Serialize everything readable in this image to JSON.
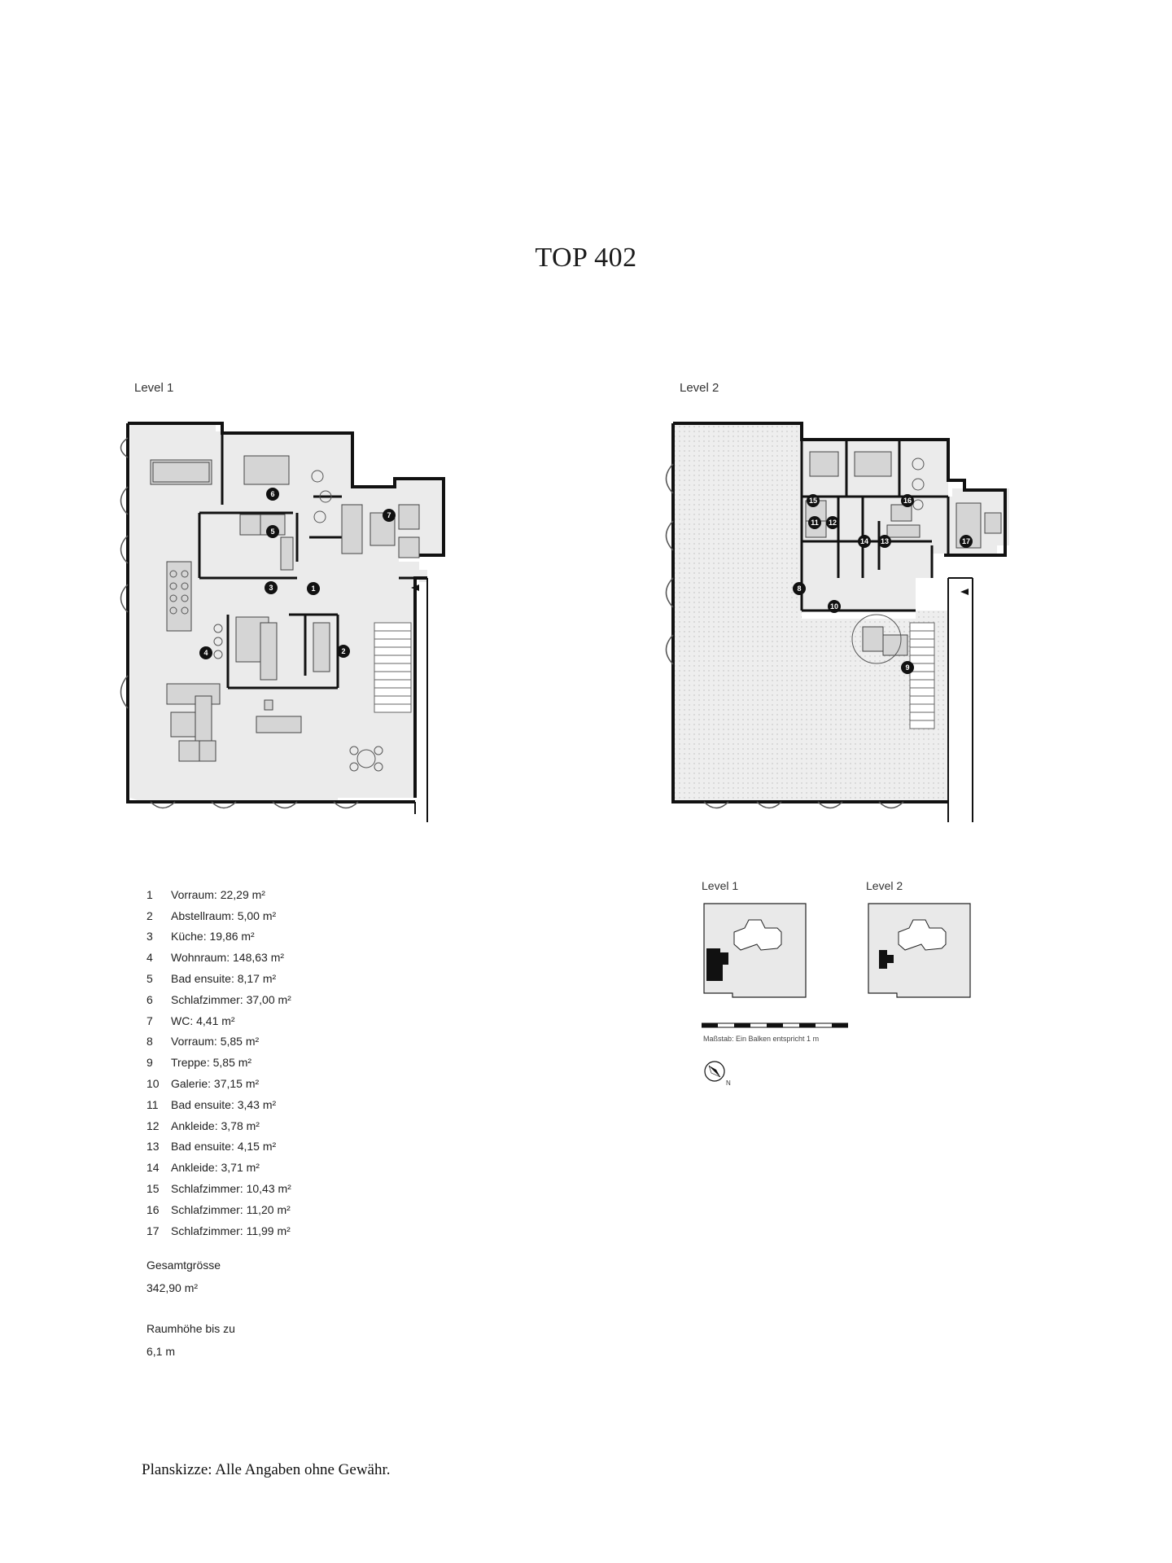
{
  "title": "TOP 402",
  "plans": {
    "level1_label": "Level 1",
    "level2_label": "Level 2"
  },
  "rooms": [
    {
      "num": "1",
      "name": "Vorraum: 22,29 m²"
    },
    {
      "num": "2",
      "name": "Abstellraum: 5,00 m²"
    },
    {
      "num": "3",
      "name": "Küche: 19,86 m²"
    },
    {
      "num": "4",
      "name": "Wohnraum: 148,63 m²"
    },
    {
      "num": "5",
      "name": "Bad ensuite: 8,17 m²"
    },
    {
      "num": "6",
      "name": "Schlafzimmer: 37,00 m²"
    },
    {
      "num": "7",
      "name": "WC: 4,41 m²"
    },
    {
      "num": "8",
      "name": "Vorraum: 5,85 m²"
    },
    {
      "num": "9",
      "name": "Treppe: 5,85 m²"
    },
    {
      "num": "10",
      "name": "Galerie: 37,15 m²"
    },
    {
      "num": "11",
      "name": "Bad ensuite: 3,43 m²"
    },
    {
      "num": "12",
      "name": "Ankleide: 3,78 m²"
    },
    {
      "num": "13",
      "name": "Bad ensuite: 4,15 m²"
    },
    {
      "num": "14",
      "name": "Ankleide: 3,71 m²"
    },
    {
      "num": "15",
      "name": "Schlafzimmer: 10,43 m²"
    },
    {
      "num": "16",
      "name": "Schlafzimmer: 11,20 m²"
    },
    {
      "num": "17",
      "name": "Schlafzimmer: 11,99 m²"
    }
  ],
  "summary": {
    "total_label": "Gesamtgrösse",
    "total_value": "342,90 m²",
    "height_label": "Raumhöhe bis zu",
    "height_value": "6,1 m"
  },
  "keyplan": {
    "level1_label": "Level 1",
    "level2_label": "Level 2",
    "scale_caption": "Maßstab: Ein Balken entspricht 1 m",
    "north_label": "N"
  },
  "disclaimer": "Planskizze: Alle Angaben ohne Gewähr."
}
